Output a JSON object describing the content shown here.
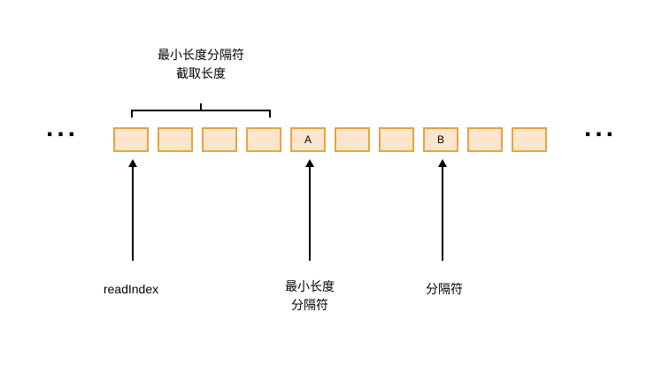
{
  "diagram": {
    "ellipsis_left": "...",
    "ellipsis_right": "...",
    "cells": [
      "",
      "",
      "",
      "",
      "A",
      "",
      "",
      "B",
      "",
      ""
    ],
    "brace_label": {
      "line1": "最小长度分隔符",
      "line2": "截取长度"
    },
    "pointers": {
      "read_index": {
        "label": "readIndex"
      },
      "min_length_delimiter": {
        "line1": "最小长度",
        "line2": "分隔符"
      },
      "delimiter": {
        "label": "分隔符"
      }
    },
    "colors": {
      "cell_fill": "#fce5cd",
      "cell_border": "#e8a33d",
      "line": "#000000",
      "background": "#ffffff"
    }
  }
}
